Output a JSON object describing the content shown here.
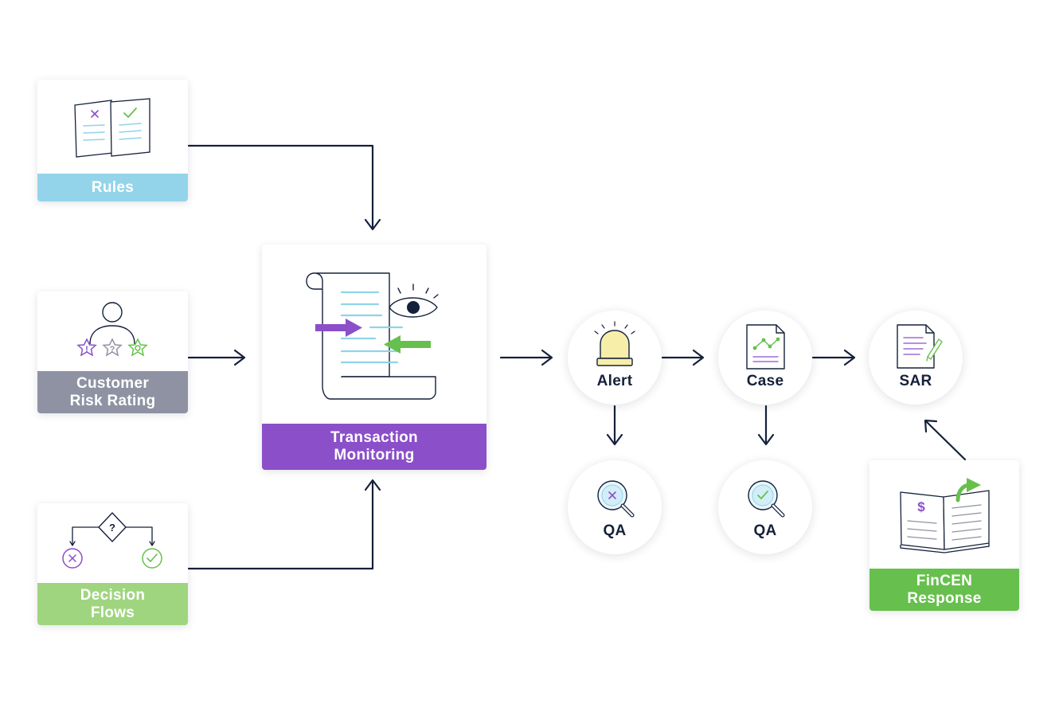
{
  "inputs": {
    "rules": {
      "label": "Rules",
      "color": "#94d4ea"
    },
    "customer_risk": {
      "label": "Customer\nRisk Rating",
      "color": "#8f92a3"
    },
    "decision_flows": {
      "label": "Decision\nFlows",
      "color": "#9fd57f"
    }
  },
  "center": {
    "label": "Transaction\nMonitoring",
    "color": "#8b4fc9"
  },
  "flow": {
    "alert": {
      "label": "Alert"
    },
    "case": {
      "label": "Case"
    },
    "sar": {
      "label": "SAR"
    },
    "qa_alert": {
      "label": "QA"
    },
    "qa_case": {
      "label": "QA"
    }
  },
  "fincen": {
    "label": "FinCEN\nResponse",
    "color": "#67c04d"
  },
  "icon_marks": {
    "risk_left": "!",
    "risk_mid": "?",
    "decision": "?",
    "dollar": "$"
  },
  "colors": {
    "navy": "#15213b",
    "purple": "#8b4fc9",
    "green": "#67c04d",
    "light_blue": "#8fd3ea",
    "alert_yellow": "#f7eeaa"
  }
}
